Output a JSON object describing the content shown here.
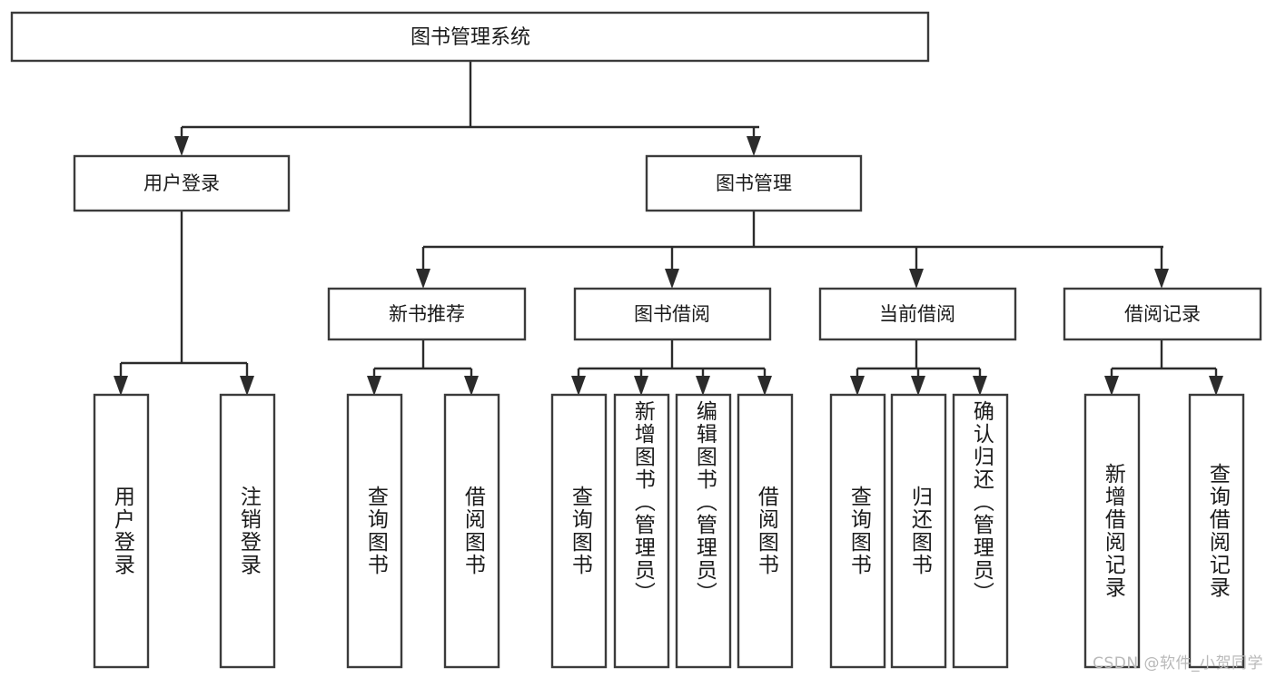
{
  "diagram": {
    "type": "tree",
    "title": "图书管理系统",
    "watermark": "CSDN @软件_小贺同学",
    "colors": {
      "box_stroke": "#3b3b3b",
      "box_fill": "#ffffff",
      "connector": "#2b2b2b",
      "text": "#1a1a1a",
      "watermark": "#b9b9b9",
      "background": "#ffffff"
    },
    "root": {
      "label": "图书管理系统"
    },
    "level2": [
      {
        "label": "用户登录"
      },
      {
        "label": "图书管理"
      }
    ],
    "level3": [
      {
        "label": "新书推荐"
      },
      {
        "label": "图书借阅"
      },
      {
        "label": "当前借阅"
      },
      {
        "label": "借阅记录"
      }
    ],
    "leaves": {
      "user_login": [
        {
          "label": "用户登录"
        },
        {
          "label": "注销登录"
        }
      ],
      "new_book_recommend": [
        {
          "label": "查询图书"
        },
        {
          "label": "借阅图书"
        }
      ],
      "book_borrow": [
        {
          "label": "查询图书"
        },
        {
          "label": "新增图书（管理员）"
        },
        {
          "label": "编辑图书（管理员）"
        },
        {
          "label": "借阅图书"
        }
      ],
      "current_borrow": [
        {
          "label": "查询图书"
        },
        {
          "label": "归还图书"
        },
        {
          "label": "确认归还（管理员）"
        }
      ],
      "borrow_record": [
        {
          "label": "新增借阅记录"
        },
        {
          "label": "查询借阅记录"
        }
      ]
    }
  }
}
